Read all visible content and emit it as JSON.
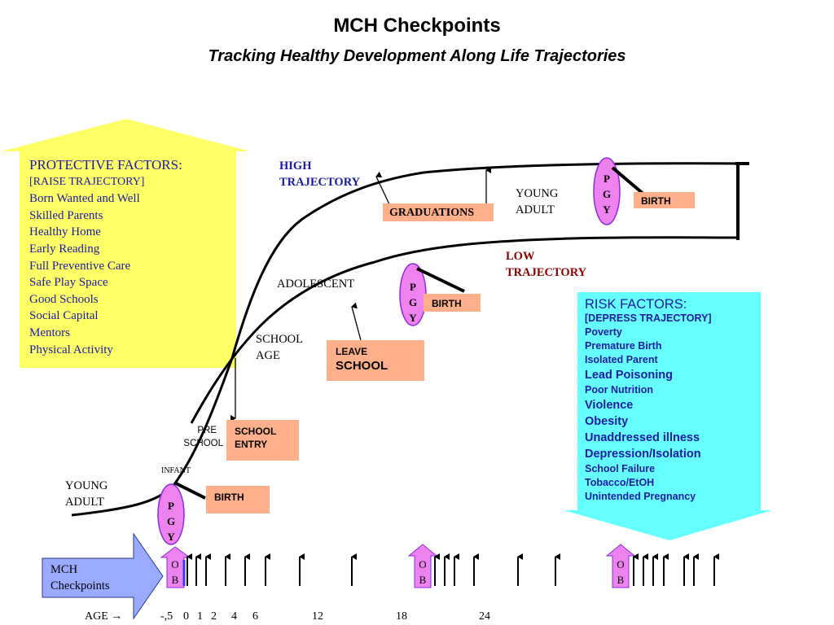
{
  "header": {
    "title": "MCH Checkpoints",
    "subtitle": "Tracking Healthy Development Along Life Trajectories"
  },
  "protective": {
    "title": "PROTECTIVE FACTORS:",
    "subtitle": "[RAISE TRAJECTORY]",
    "items": [
      "Born Wanted and Well",
      "Skilled Parents",
      "Healthy Home",
      "Early Reading",
      "Full Preventive Care",
      "Safe Play Space",
      "Good Schools",
      "Social Capital",
      "Mentors",
      "Physical Activity"
    ]
  },
  "risk": {
    "title": "RISK FACTORS:",
    "subtitle": "[DEPRESS TRAJECTORY]",
    "items": [
      "Poverty",
      "Premature Birth",
      "Isolated Parent",
      "Lead Poisoning",
      "Poor Nutrition",
      "Violence",
      "Obesity",
      "Unaddressed illness",
      "Depression/Isolation",
      "School Failure",
      "Tobacco/EtOH",
      "Unintended Pregnancy"
    ]
  },
  "labels": {
    "high_line1": "HIGH",
    "high_line2": "TRAJECTORY",
    "low_line1": "LOW",
    "low_line2": "TRAJECTORY",
    "young_adult_top_1": "YOUNG",
    "young_adult_top_2": "ADULT",
    "young_adult_left_1": "YOUNG",
    "young_adult_left_2": "ADULT",
    "adolescent": "ADOLESCENT",
    "school_age_1": "SCHOOL",
    "school_age_2": "AGE",
    "pre_school_1": "PRE",
    "pre_school_2": "SCHOOL",
    "infant": "INFANT"
  },
  "boxes": {
    "graduations": "GRADUATIONS",
    "birth_top": "BIRTH",
    "birth_mid": "BIRTH",
    "birth_bottom": "BIRTH",
    "leave_1": "LEAVE",
    "leave_2": "SCHOOL",
    "school_entry_1": "SCHOOL",
    "school_entry_2": "ENTRY"
  },
  "pgy": [
    "P",
    "G",
    "Y"
  ],
  "ob": [
    "O",
    "B"
  ],
  "checkpoints_label_1": "MCH",
  "checkpoints_label_2": "Checkpoints",
  "age": {
    "label": "AGE →",
    "ticks": [
      "-,5",
      "0",
      "1",
      "2",
      "4",
      "6",
      "12",
      "18",
      "24"
    ]
  },
  "colors": {
    "protective_fill": "#ffff66",
    "risk_fill": "#66ffff",
    "pgy_fill": "#ee82ee",
    "box_fill": "#ffb08a",
    "checkpoint_arrow_fill": "#99aaff",
    "text_blue": "#1a1aa6",
    "text_red": "#8b0000"
  }
}
